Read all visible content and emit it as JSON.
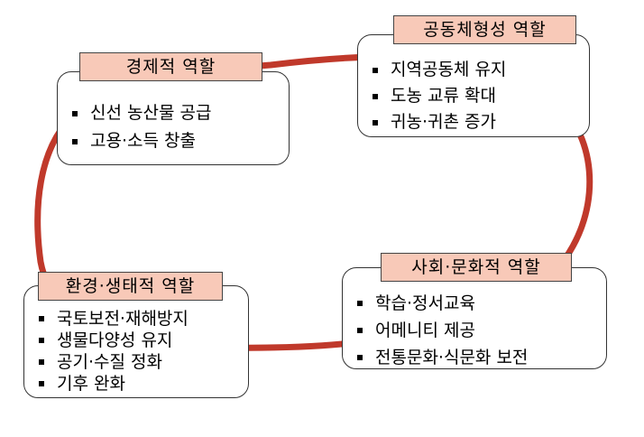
{
  "diagram": {
    "ring_color": "#c0392b",
    "title_fill": "#f8c9b8",
    "roles": {
      "economic": {
        "title": "경제적 역할",
        "items": [
          "신선 농산물 공급",
          "고용·소득 창출"
        ]
      },
      "community": {
        "title": "공동체형성 역할",
        "items": [
          "지역공동체 유지",
          "도농 교류 확대",
          "귀농·귀촌 증가"
        ]
      },
      "social_cultural": {
        "title": "사회·문화적 역할",
        "items": [
          "학습·정서교육",
          "어메니티 제공",
          "전통문화·식문화 보전"
        ]
      },
      "environment": {
        "title": "환경·생태적 역할",
        "items": [
          "국토보전·재해방지",
          "생물다양성 유지",
          "공기·수질 정화",
          "기후 완화"
        ]
      }
    }
  }
}
